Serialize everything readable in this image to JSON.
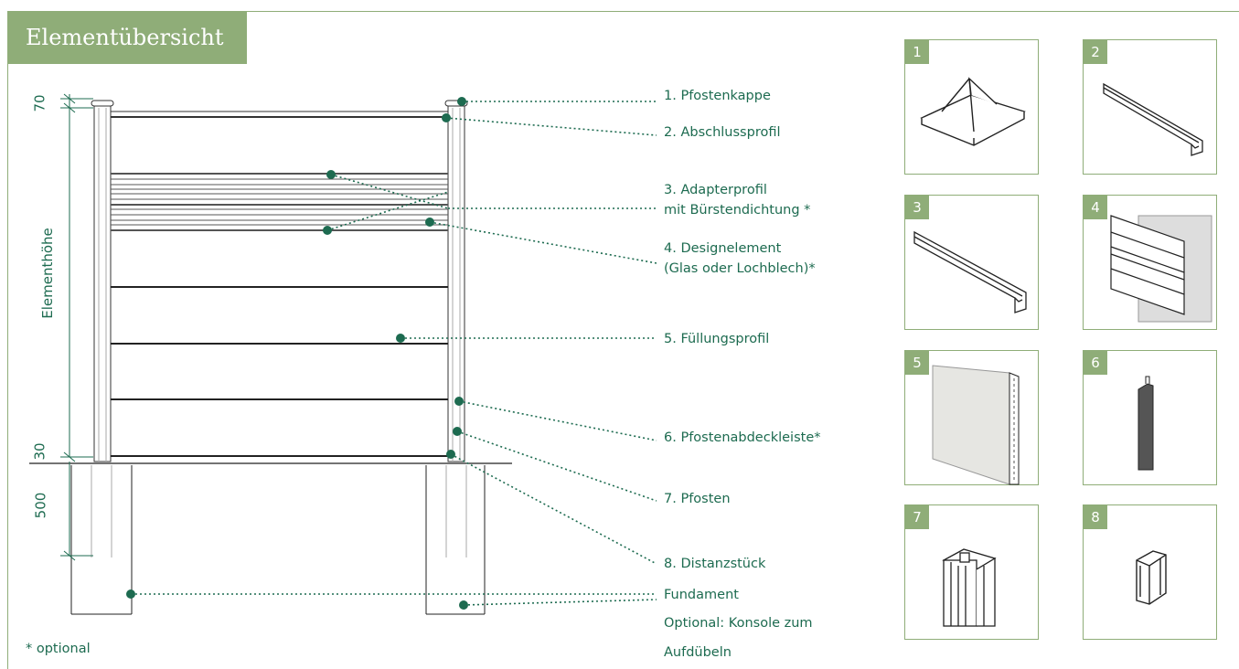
{
  "header": {
    "title": "Elementübersicht"
  },
  "dimensions": {
    "top": "70",
    "height": "Elementhöhe",
    "bottom": "30",
    "foundation": "500"
  },
  "callouts": [
    {
      "label": "1. Pfostenkappe"
    },
    {
      "label": "2. Abschlussprofil"
    },
    {
      "label": "3. Adapterprofil",
      "label2": "mit Bürstendichtung *"
    },
    {
      "label": "4. Designelement",
      "label2": "(Glas oder Lochblech)*"
    },
    {
      "label": "5. Füllungsprofil"
    },
    {
      "label": "6. Pfostenabdeckleiste*"
    },
    {
      "label": "7. Pfosten"
    },
    {
      "label": "8. Distanzstück"
    },
    {
      "label": "Fundament"
    },
    {
      "label": "Optional: Konsole zum",
      "label2": "Aufdübeln"
    }
  ],
  "footnote": "* optional",
  "thumbnails": [
    {
      "num": "1",
      "icon": "post-cap-icon"
    },
    {
      "num": "2",
      "icon": "end-profile-icon"
    },
    {
      "num": "3",
      "icon": "adapter-profile-icon"
    },
    {
      "num": "4",
      "icon": "design-element-icon"
    },
    {
      "num": "5",
      "icon": "filling-profile-icon"
    },
    {
      "num": "6",
      "icon": "post-cover-strip-icon"
    },
    {
      "num": "7",
      "icon": "post-profile-icon"
    },
    {
      "num": "8",
      "icon": "spacer-icon"
    }
  ],
  "colors": {
    "accent": "#8fad78",
    "text": "#1d6b50",
    "dot": "#1d6b50"
  }
}
